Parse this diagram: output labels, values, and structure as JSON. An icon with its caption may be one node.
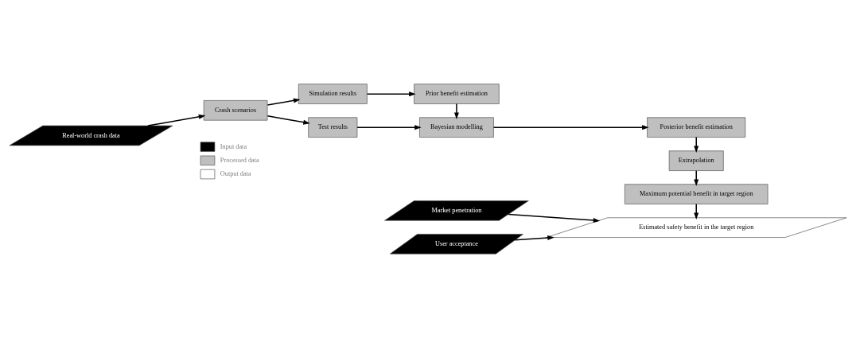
{
  "diagram": {
    "nodes": [
      {
        "text": [
          "Real-world crash data"
        ]
      },
      {
        "text": [
          "Crash scenarios"
        ]
      },
      {
        "text": [
          "Simulation results"
        ]
      },
      {
        "text": [
          "Test results"
        ]
      },
      {
        "text": [
          "Prior benefit estimation"
        ]
      },
      {
        "text": [
          "Bayesian modelling"
        ]
      },
      {
        "text": [
          "Posterior benefit estimation"
        ]
      },
      {
        "text": [
          "Extrapolation"
        ]
      },
      {
        "text": [
          "Maximum potential benefit in target region"
        ]
      },
      {
        "text": [
          "Market penetration"
        ]
      },
      {
        "text": [
          "User acceptance"
        ]
      },
      {
        "text": [
          "Estimated safety benefit in the target region"
        ]
      }
    ],
    "edges": [
      {
        "from": 0,
        "to": 1,
        "arrow": "to"
      },
      {
        "from": 1,
        "to": 2,
        "arrow": "to"
      },
      {
        "from": 1,
        "to": 3,
        "arrow": "to"
      },
      {
        "from": 2,
        "to": 4,
        "arrow": "to"
      },
      {
        "from": 3,
        "to": 5,
        "arrow": "to"
      },
      {
        "from": 4,
        "to": 5,
        "arrow": "to"
      },
      {
        "from": 5,
        "to": 6,
        "arrow": "to"
      },
      {
        "from": 6,
        "to": 7,
        "arrow": "to"
      },
      {
        "from": 7,
        "to": 8,
        "arrow": "to"
      },
      {
        "from": 8,
        "to": 11,
        "arrow": "to"
      },
      {
        "from": 9,
        "to": 11,
        "arrow": "to"
      },
      {
        "from": 10,
        "to": 11,
        "arrow": "to"
      }
    ],
    "legend": [
      {
        "text": "Input data",
        "color": "#000000"
      },
      {
        "text": "Processed data",
        "color": "#bfbfbf"
      },
      {
        "text": "Output data",
        "color": "#ffffff"
      }
    ]
  }
}
